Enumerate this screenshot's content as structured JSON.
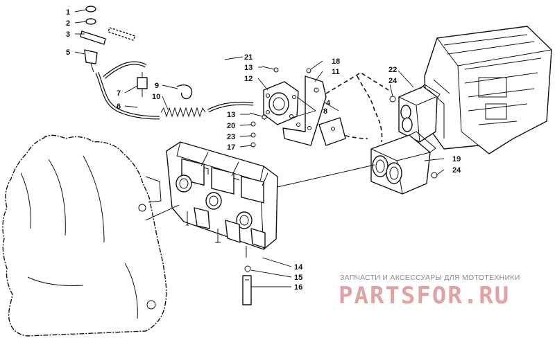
{
  "callouts": [
    {
      "id": "1",
      "text": "1"
    },
    {
      "id": "2",
      "text": "2"
    },
    {
      "id": "3",
      "text": "3"
    },
    {
      "id": "5",
      "text": "5"
    },
    {
      "id": "7",
      "text": "7"
    },
    {
      "id": "6",
      "text": "6"
    },
    {
      "id": "9",
      "text": "9"
    },
    {
      "id": "10",
      "text": "10"
    },
    {
      "id": "21",
      "text": "21"
    },
    {
      "id": "13a",
      "text": "13"
    },
    {
      "id": "12",
      "text": "12"
    },
    {
      "id": "18",
      "text": "18"
    },
    {
      "id": "11",
      "text": "11"
    },
    {
      "id": "4",
      "text": "4"
    },
    {
      "id": "8",
      "text": "8"
    },
    {
      "id": "13b",
      "text": "13"
    },
    {
      "id": "20",
      "text": "20"
    },
    {
      "id": "23",
      "text": "23"
    },
    {
      "id": "17",
      "text": "17"
    },
    {
      "id": "22",
      "text": "22"
    },
    {
      "id": "24a",
      "text": "24"
    },
    {
      "id": "19",
      "text": "19"
    },
    {
      "id": "24b",
      "text": "24"
    },
    {
      "id": "14",
      "text": "14"
    },
    {
      "id": "15",
      "text": "15"
    },
    {
      "id": "16",
      "text": "16"
    }
  ],
  "watermark": {
    "subtitle": "ЗАПЧАСТИ И АКСЕССУАРЫ ДЛЯ МОТОТЕХНИКИ",
    "brand": "PARTSFOR.RU",
    "color": "#e0a3a3"
  }
}
